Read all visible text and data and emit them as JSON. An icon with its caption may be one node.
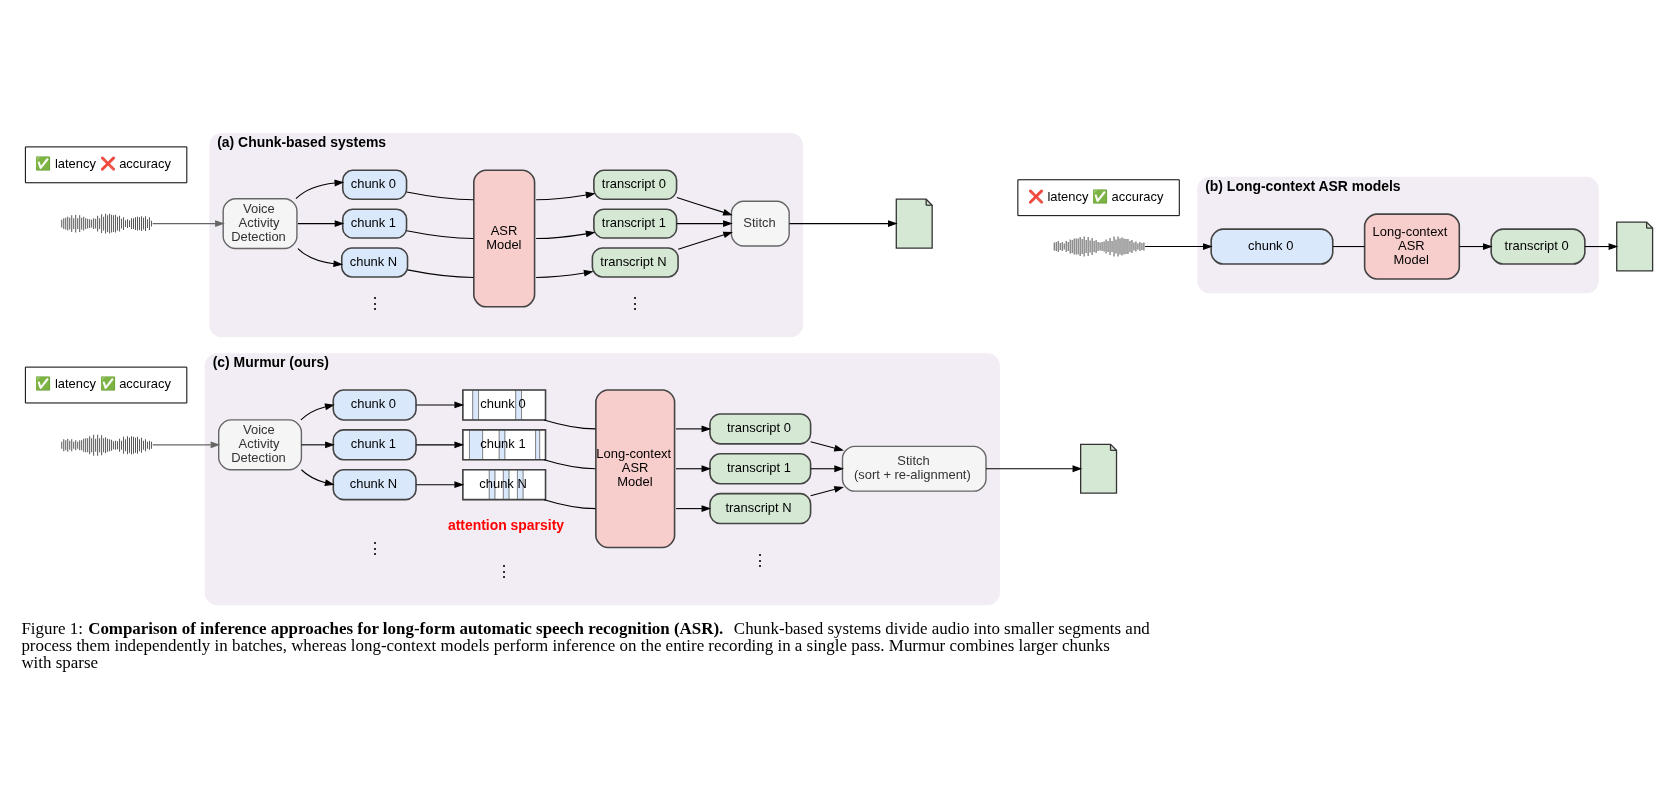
{
  "diagram": {
    "caption": "Figure 1: **Comparison of inference approaches for long-form automatic speech recognition (ASR).** Chunk-based systems divide audio into smaller segments and process them independently in batches, whereas long-context models perform inference on the entire recording in a single pass. Murmur combines larger chunks with sparse",
    "nodes": [
      {
        "text": [
          "(a) Chunk-based systems"
        ]
      },
      {
        "text": [
          "✅ latency ❌ accuracy"
        ]
      },
      {
        "text": [],
        "shape": "picture"
      },
      {
        "text": [
          "Voice Activity Detection"
        ],
        "in": 0
      },
      {
        "text": [
          "chunk 0"
        ],
        "in": 0
      },
      {
        "text": [
          "chunk 1"
        ],
        "in": 0
      },
      {
        "text": [
          "chunk N"
        ],
        "in": 0
      },
      {
        "text": [
          "ASR Model"
        ],
        "in": 0
      },
      {
        "text": [
          "transcript 0"
        ],
        "in": 0
      },
      {
        "text": [
          "transcript 1"
        ],
        "in": 0
      },
      {
        "text": [
          "transcript N"
        ],
        "in": 0
      },
      {
        "text": [
          "Stitch"
        ],
        "in": 0
      },
      {
        "text": [],
        "shape": "document"
      },
      {
        "text": [
          "(b) Long-context ASR models"
        ]
      },
      {
        "text": [
          "❌ latency ✅ accuracy"
        ]
      },
      {
        "text": [],
        "shape": "picture"
      },
      {
        "text": [
          "chunk 0"
        ],
        "in": 13
      },
      {
        "text": [
          "Long-context ASR Model"
        ],
        "in": 13
      },
      {
        "text": [
          "transcript 0"
        ],
        "in": 13
      },
      {
        "text": [],
        "shape": "document"
      },
      {
        "text": [
          "(c) Murmur (ours)"
        ]
      },
      {
        "text": [
          "✅ latency ✅ accuracy"
        ]
      },
      {
        "text": [],
        "shape": "picture"
      },
      {
        "text": [
          "Voice Activity Detection"
        ],
        "in": 20
      },
      {
        "text": [
          "chunk 0"
        ],
        "in": 20
      },
      {
        "text": [
          "chunk 1"
        ],
        "in": 20
      },
      {
        "text": [
          "chunk N"
        ],
        "in": 20
      },
      {
        "text": [
          "chunk 0"
        ],
        "in": 20
      },
      {
        "text": [
          "chunk 1"
        ],
        "in": 20
      },
      {
        "text": [
          "chunk N"
        ],
        "in": 20
      },
      {
        "text": [
          "Long-context ASR Model"
        ],
        "in": 20
      },
      {
        "text": [
          "transcript 0"
        ],
        "in": 20
      },
      {
        "text": [
          "transcript 1"
        ],
        "in": 20
      },
      {
        "text": [
          "transcript N"
        ],
        "in": 20
      },
      {
        "text": [
          "Stitch",
          "(sort + re-alignment)"
        ],
        "in": 20
      },
      {
        "text": [],
        "shape": "document"
      }
    ],
    "edges": [
      {
        "from": 2,
        "to": 3,
        "arrow": "to",
        "color": "#666666"
      },
      {
        "from": 3,
        "to": 4,
        "arrow": "to"
      },
      {
        "from": 3,
        "to": 5,
        "arrow": "to"
      },
      {
        "from": 3,
        "to": 6,
        "arrow": "to"
      },
      {
        "from": 4,
        "to": 7,
        "arrow": "none"
      },
      {
        "from": 5,
        "to": 7,
        "arrow": "none"
      },
      {
        "from": 6,
        "to": 7,
        "arrow": "none"
      },
      {
        "from": 7,
        "to": 8,
        "arrow": "to"
      },
      {
        "from": 7,
        "to": 9,
        "arrow": "to"
      },
      {
        "from": 7,
        "to": 10,
        "arrow": "to"
      },
      {
        "from": 8,
        "to": 11,
        "arrow": "to"
      },
      {
        "from": 9,
        "to": 11,
        "arrow": "to"
      },
      {
        "from": 10,
        "to": 11,
        "arrow": "to"
      },
      {
        "from": 11,
        "to": 12,
        "arrow": "to"
      },
      {
        "from": 15,
        "to": 16,
        "arrow": "to"
      },
      {
        "from": 16,
        "to": 17,
        "arrow": "none"
      },
      {
        "from": 17,
        "to": 18,
        "arrow": "to"
      },
      {
        "from": 18,
        "to": 19,
        "arrow": "to"
      },
      {
        "from": 22,
        "to": 23,
        "arrow": "to",
        "color": "#666666"
      },
      {
        "from": 23,
        "to": 24,
        "arrow": "to"
      },
      {
        "from": 23,
        "to": 25,
        "arrow": "to"
      },
      {
        "from": 23,
        "to": 26,
        "arrow": "to"
      },
      {
        "from": 24,
        "to": 27,
        "arrow": "to"
      },
      {
        "from": 25,
        "to": 28,
        "arrow": "to"
      },
      {
        "from": 26,
        "to": 29,
        "arrow": "to"
      },
      {
        "from": 27,
        "to": 30,
        "arrow": "none"
      },
      {
        "from": 28,
        "to": 30,
        "arrow": "none"
      },
      {
        "from": 29,
        "to": 30,
        "arrow": "none"
      },
      {
        "from": 30,
        "to": 31,
        "arrow": "to"
      },
      {
        "from": 30,
        "to": 32,
        "arrow": "to"
      },
      {
        "from": 30,
        "to": 33,
        "arrow": "to"
      },
      {
        "from": 31,
        "to": 34,
        "arrow": "to"
      },
      {
        "from": 32,
        "to": 34,
        "arrow": "to"
      },
      {
        "from": 33,
        "to": 34,
        "arrow": "to"
      },
      {
        "from": 34,
        "to": 35,
        "arrow": "to"
      }
    ],
    "labels": [
      "⋮",
      "⋮",
      "attention sparsity",
      "⋮",
      "⋮",
      "⋮"
    ]
  }
}
